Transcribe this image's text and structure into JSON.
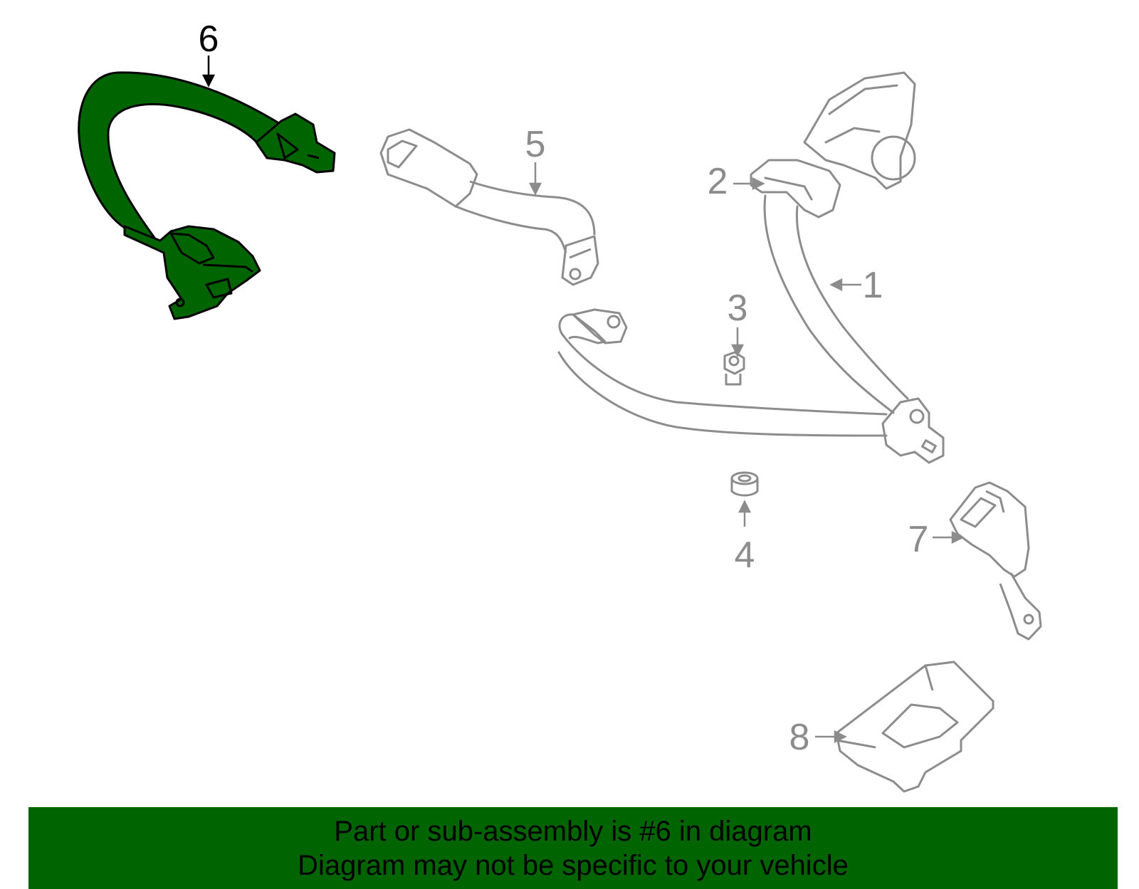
{
  "diagram": {
    "highlighted_part": "6",
    "callouts": [
      {
        "id": "1",
        "label": "1",
        "highlighted": false
      },
      {
        "id": "2",
        "label": "2",
        "highlighted": false
      },
      {
        "id": "3",
        "label": "3",
        "highlighted": false
      },
      {
        "id": "4",
        "label": "4",
        "highlighted": false
      },
      {
        "id": "5",
        "label": "5",
        "highlighted": false
      },
      {
        "id": "6",
        "label": "6",
        "highlighted": true
      },
      {
        "id": "7",
        "label": "7",
        "highlighted": false
      },
      {
        "id": "8",
        "label": "8",
        "highlighted": false
      }
    ],
    "colors": {
      "highlight_fill": "#006400",
      "line_gray": "#8c8c8c",
      "label_gray": "#8c8c8c",
      "highlight_stroke": "#000000"
    }
  },
  "banner": {
    "line1": "Part or sub-assembly is #6 in diagram",
    "line2": "Diagram may not be specific to your vehicle",
    "background": "#006400"
  }
}
